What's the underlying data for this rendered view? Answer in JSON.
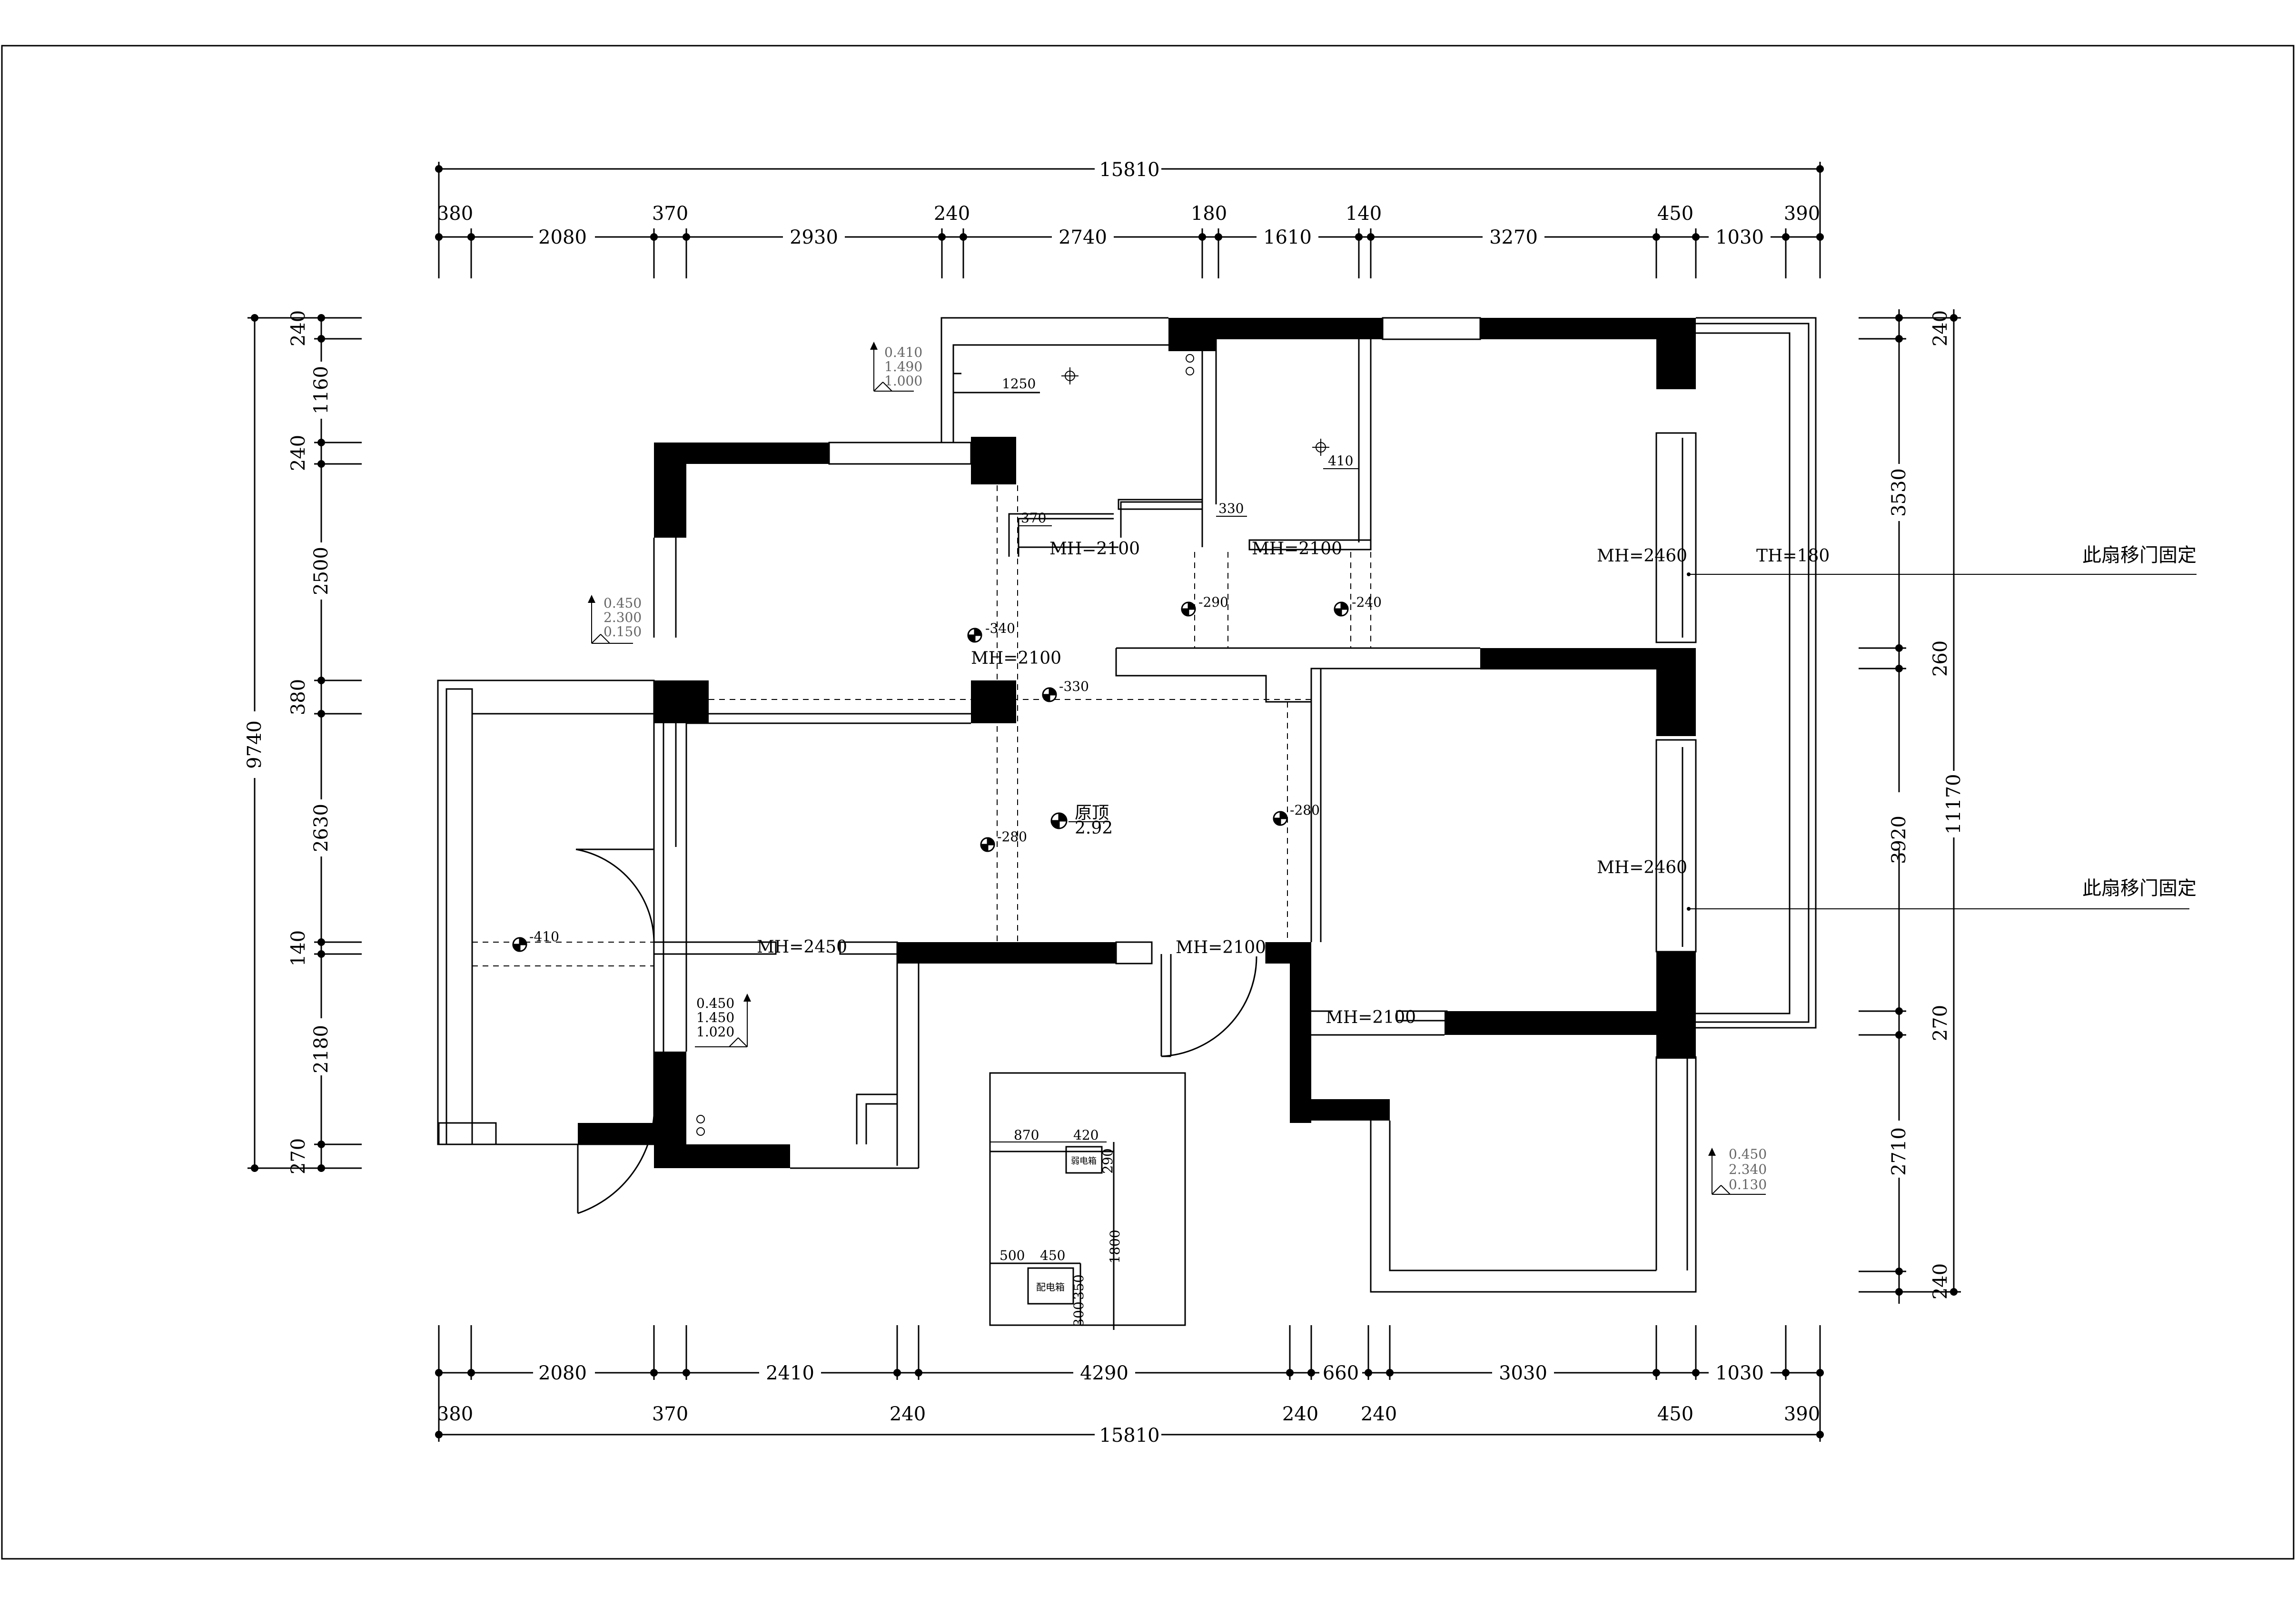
{
  "dimensions": {
    "top_total": "15810",
    "top_upper": [
      "380",
      "370",
      "240",
      "180",
      "140",
      "450",
      "390"
    ],
    "top_lower": [
      "2080",
      "2930",
      "2740",
      "1610",
      "3270",
      "1030"
    ],
    "bottom_upper": [
      "2080",
      "2410",
      "4290",
      "660",
      "3030",
      "1030"
    ],
    "bottom_lower": [
      "380",
      "370",
      "240",
      "240",
      "240",
      "450",
      "390"
    ],
    "bottom_total": "15810",
    "left_total": "9740",
    "left_segments": [
      "240",
      "1160",
      "240",
      "2500",
      "380",
      "2630",
      "140",
      "2180",
      "270"
    ],
    "right_inner": [
      "240",
      "3530",
      "260",
      "3920",
      "270",
      "2710",
      "240"
    ],
    "right_total": "11170"
  },
  "wall_dims": {
    "d1250": "1250",
    "d370": "370",
    "d330": "330",
    "d410": "410",
    "d870": "870",
    "d420": "420",
    "d290": "290",
    "d1800": "1800",
    "d500": "500",
    "d450": "450",
    "d350": "350",
    "d300": "300"
  },
  "heights": {
    "mh_2100": "MH=2100",
    "mh_2460": "MH=2460",
    "mh_2450": "MH=2450",
    "th_180": "TH=180"
  },
  "levels": {
    "l340": "-340",
    "l330": "-330",
    "l290": "-290",
    "l240": "-240",
    "l280": "-280",
    "l410": "-410",
    "ceiling_name": "原顶",
    "ceiling_value": "2.92"
  },
  "elevation_marks": [
    {
      "a": "0.410",
      "b": "1.490",
      "c": "1.000"
    },
    {
      "a": "0.450",
      "b": "2.300",
      "c": "0.150"
    },
    {
      "a": "0.450",
      "b": "1.450",
      "c": "1.020"
    },
    {
      "a": "0.450",
      "b": "2.340",
      "c": "0.130"
    }
  ],
  "notes": {
    "fixed_door": "此扇移门固定"
  },
  "panels": {
    "weak_box": "弱电箱",
    "power_box": "配电箱"
  }
}
